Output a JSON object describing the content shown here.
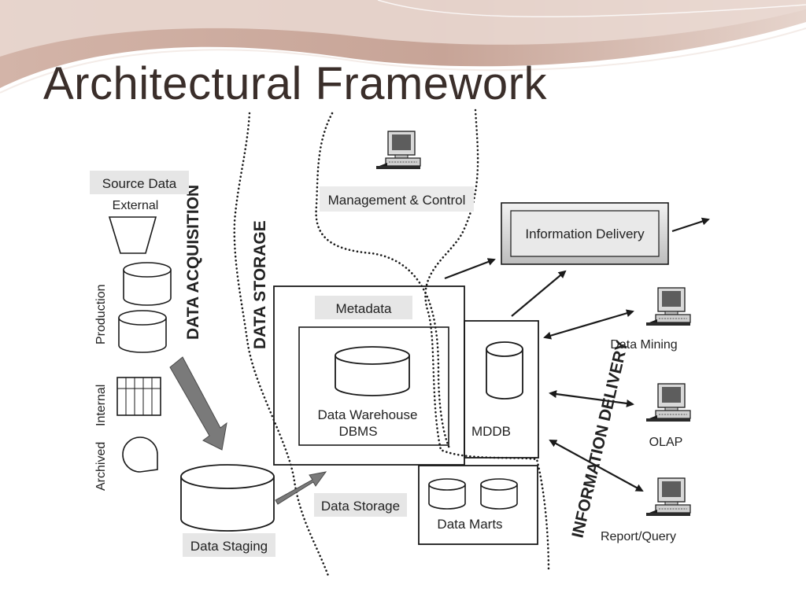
{
  "slide": {
    "title": "Architectural Framework"
  },
  "diagram": {
    "zones": {
      "data_acquisition": "DATA ACQUISITION",
      "data_storage": "DATA STORAGE",
      "information_delivery": "INFORMATION DELIVERY"
    },
    "source": {
      "heading": "Source Data",
      "external": "External",
      "production": "Production",
      "internal": "Internal",
      "archived": "Archived"
    },
    "staging": {
      "label": "Data Staging"
    },
    "storage": {
      "label": "Data Storage",
      "metadata": "Metadata",
      "warehouse_line1": "Data Warehouse",
      "warehouse_line2": "DBMS",
      "mddb": "MDDB",
      "data_marts": "Data Marts"
    },
    "management": {
      "label": "Management & Control"
    },
    "delivery": {
      "information_delivery": "Information Delivery",
      "data_mining": "Data Mining",
      "olap": "OLAP",
      "report_query": "Report/Query"
    },
    "colors": {
      "frame": "#1a1a1a",
      "label_box": "#e8e8e8",
      "big_arrow": "#7a7a7a",
      "banner": "#c9aba0",
      "title": "#3a2e2a"
    }
  }
}
